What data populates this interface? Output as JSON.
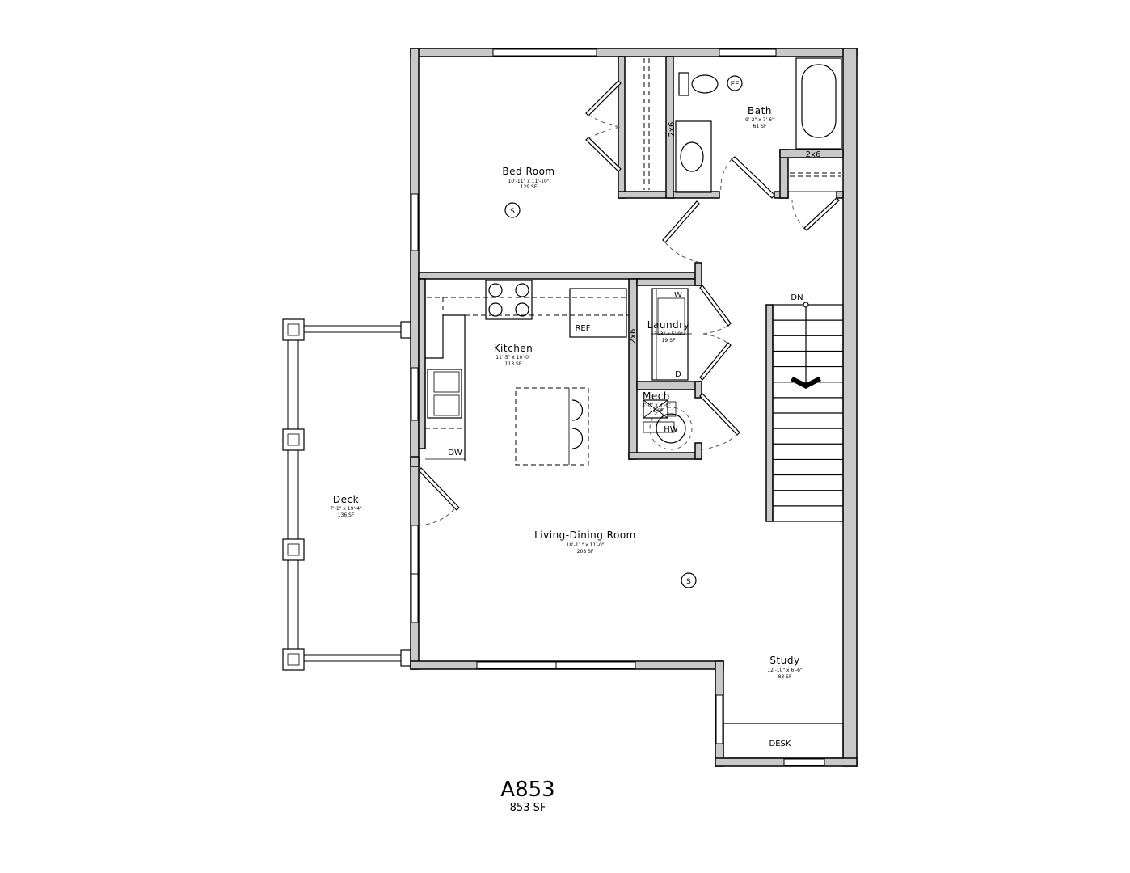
{
  "plan": {
    "unit_name": "A853",
    "unit_area": "853 SF"
  },
  "rooms": {
    "bedroom": {
      "name": "Bed Room",
      "dims": "10'-11\" x 11'-10\"",
      "area": "129 SF"
    },
    "bath": {
      "name": "Bath",
      "dims": "9'-2\" x 7'-6\"",
      "area": "61 SF"
    },
    "kitchen": {
      "name": "Kitchen",
      "dims": "11'-5\" x 10'-0\"",
      "area": "113 SF"
    },
    "laundry": {
      "name": "Laundry",
      "dims": "3'-3\" x 5'-9\"",
      "area": "19 SF"
    },
    "mech": {
      "name": "Mech",
      "dims": "3'-0\" x 3'-6\"",
      "area": "11 SF"
    },
    "deck": {
      "name": "Deck",
      "dims": "7'-1\" x 19'-4\"",
      "area": "136 SF"
    },
    "living": {
      "name": "Living-Dining Room",
      "dims": "18'-11\" x 11'-0\"",
      "area": "208 SF"
    },
    "study": {
      "name": "Study",
      "dims": "12'-10\" x 6'-6\"",
      "area": "83 SF"
    }
  },
  "labels": {
    "ef": "EF",
    "wall_2x6": "2x6",
    "ref": "REF",
    "dw": "DW",
    "washer": "W",
    "dryer": "D",
    "hw": "HW",
    "dn": "DN",
    "desk": "DESK",
    "smoke": "S"
  }
}
